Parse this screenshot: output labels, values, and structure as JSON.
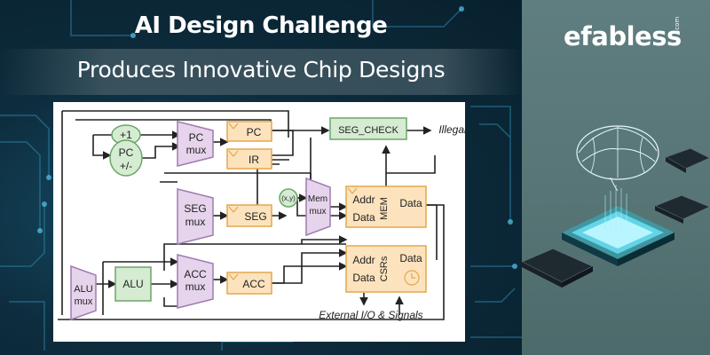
{
  "title": {
    "line1": "AI Design Challenge",
    "line2": "Produces Innovative Chip Designs"
  },
  "brand": {
    "name": "efabless",
    "suffix": ".com"
  },
  "diagram": {
    "blocks": {
      "plus_one": "+1",
      "pc_calc_1": "PC",
      "pc_calc_2": "+/-",
      "pc_mux_1": "PC",
      "pc_mux_2": "mux",
      "pc_reg": "PC",
      "ir_reg": "IR",
      "seg_check": "SEG_CHECK",
      "illegal": "Illegal",
      "seg_mux_1": "SEG",
      "seg_mux_2": "mux",
      "seg_reg": "SEG",
      "xy": "(x,y)",
      "mem_mux_1": "Mem",
      "mem_mux_2": "mux",
      "mem_addr": "Addr",
      "mem_data_in": "Data",
      "mem_label": "MEM",
      "mem_data_out": "Data",
      "alu_mux_1": "ALU",
      "alu_mux_2": "mux",
      "alu": "ALU",
      "acc_mux_1": "ACC",
      "acc_mux_2": "mux",
      "acc_reg": "ACC",
      "csr_addr": "Addr",
      "csr_data_in": "Data",
      "csr_label": "CSRs",
      "csr_data_out": "Data",
      "external": "External I/O & Signals"
    }
  },
  "colors": {
    "reg_fill": "#fde3bd",
    "reg_stroke": "#e3a74d",
    "green_fill": "#d5ecd2",
    "green_stroke": "#6ba56a",
    "mux_fill": "#e6d4ec",
    "mux_stroke": "#a07cb0"
  }
}
